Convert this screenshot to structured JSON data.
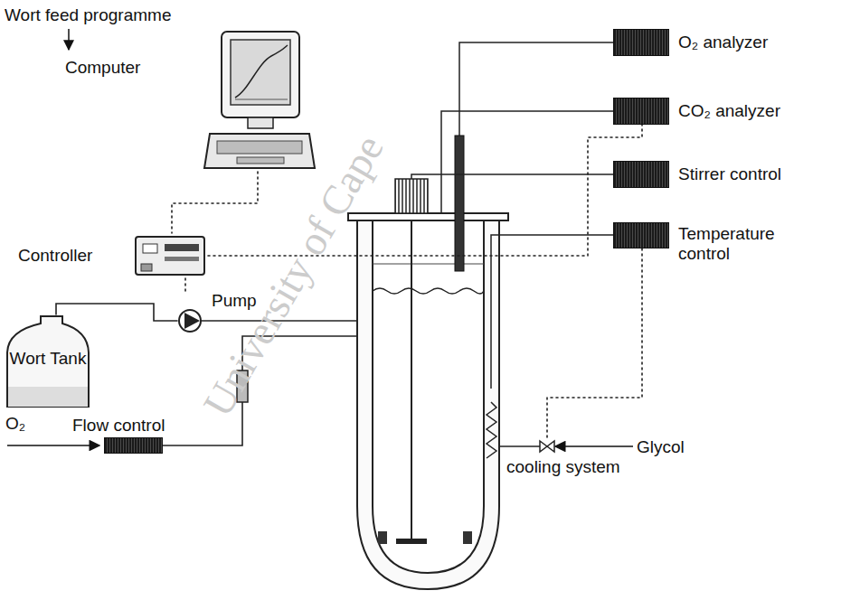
{
  "diagram": {
    "nodes": [
      {
        "text": [
          "Computer"
        ]
      },
      {
        "text": [
          "Controller"
        ]
      },
      {
        "text": [
          "Wort Tank"
        ]
      },
      {
        "text": [
          "Pump"
        ]
      },
      {
        "text": [
          "O₂ analyzer"
        ]
      },
      {
        "text": [
          "CO₂ analyzer"
        ]
      },
      {
        "text": [
          "Stirrer control"
        ]
      },
      {
        "text": [
          "Temperature control"
        ]
      },
      {
        "text": [
          "Flow control"
        ]
      }
    ],
    "edges": [
      {
        "from": 0,
        "to": 1,
        "arrow": "none"
      },
      {
        "from": 1,
        "to": 3,
        "arrow": "none"
      },
      {
        "from": 1,
        "to": 5,
        "arrow": "none"
      },
      {
        "from": 2,
        "to": 3,
        "arrow": "none"
      }
    ],
    "labels": [
      "Wort feed programme",
      "O₂",
      "Glycol",
      "cooling system",
      "University of Cape"
    ]
  }
}
